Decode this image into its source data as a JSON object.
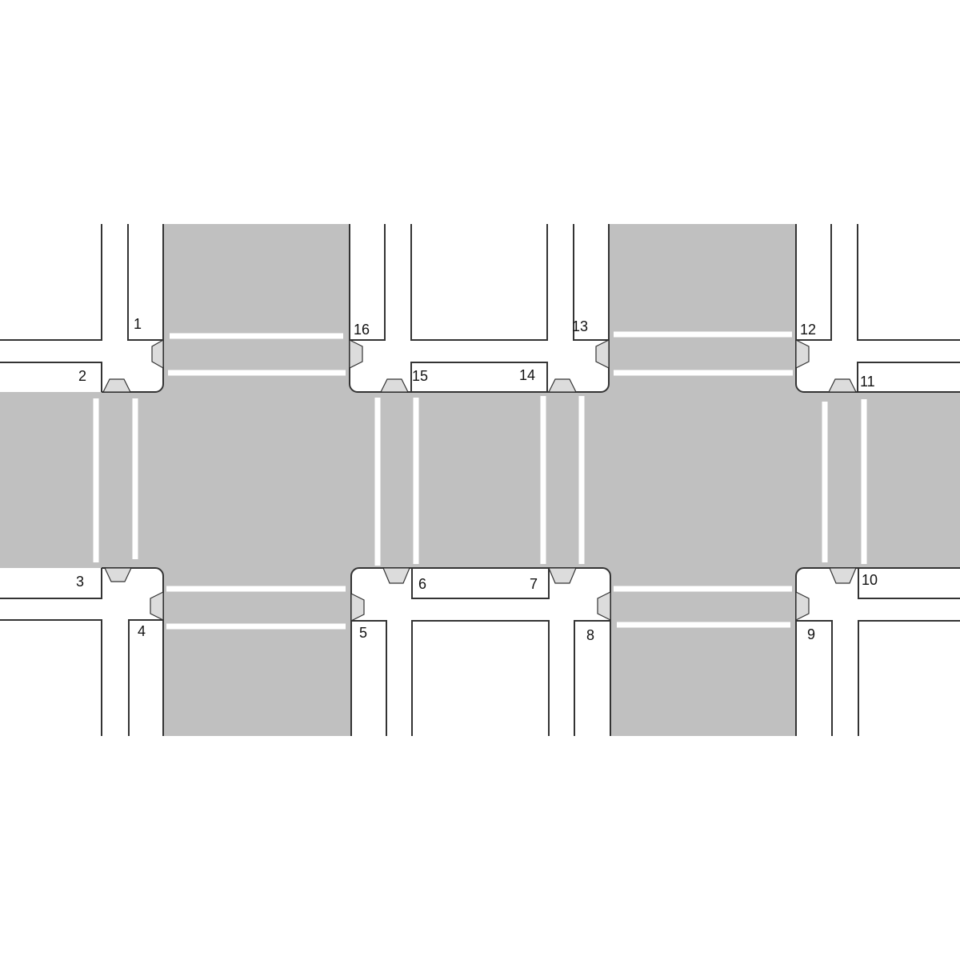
{
  "corner_labels": [
    "1",
    "2",
    "3",
    "4",
    "5",
    "6",
    "7",
    "8",
    "9",
    "10",
    "11",
    "12",
    "13",
    "14",
    "15",
    "16"
  ],
  "colors": {
    "background": "#ffffff",
    "road": "#c0c0c0",
    "crosswalk_stripe": "#ffffff",
    "sidewalk_line": "#333333",
    "pedestrian_signal": "#dcdcdc"
  },
  "icons": {
    "pedestrian_signal": "pedestrian-signal-icon"
  }
}
